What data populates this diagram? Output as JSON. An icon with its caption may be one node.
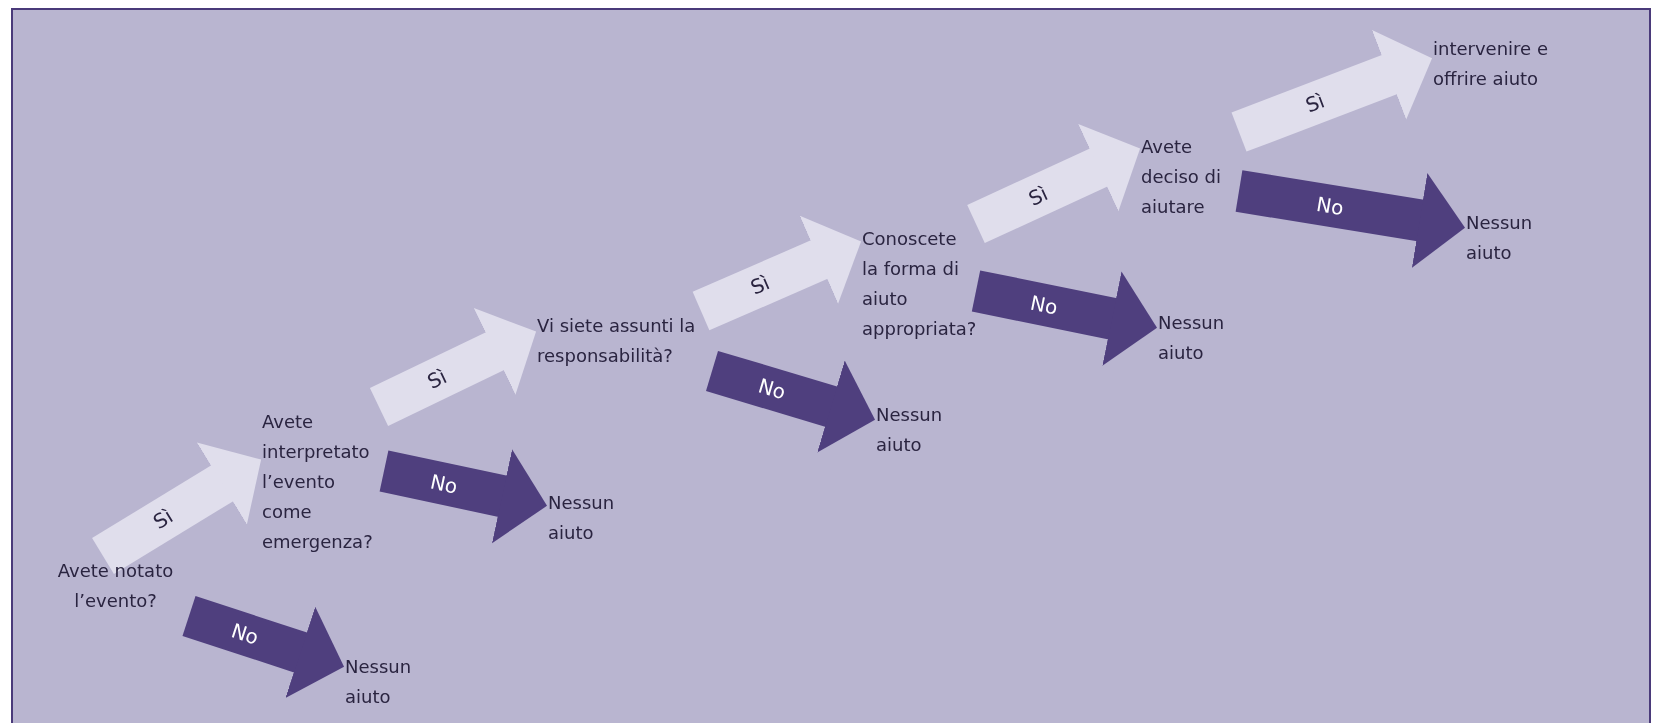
{
  "diagram": {
    "nodes": [
      {
        "text": [
          "Avete notato l’evento?"
        ]
      },
      {
        "text": [
          "Nessun aiuto"
        ]
      },
      {
        "text": [
          "Avete interpretato l’evento come emergenza?"
        ]
      },
      {
        "text": [
          "Nessun aiuto"
        ]
      },
      {
        "text": [
          "Vi siete assunti la responsabilità?"
        ]
      },
      {
        "text": [
          "Nessun aiuto"
        ]
      },
      {
        "text": [
          "Conoscete la forma di aiuto appropriata?"
        ]
      },
      {
        "text": [
          "Nessun aiuto"
        ]
      },
      {
        "text": [
          "Avete deciso di aiutare"
        ]
      },
      {
        "text": [
          "Nessun aiuto"
        ]
      },
      {
        "text": [
          "intervenire e offrire aiuto"
        ]
      }
    ],
    "edges": [
      {
        "from": 0,
        "to": 2,
        "arrow": "to",
        "label": "Sì"
      },
      {
        "from": 0,
        "to": 1,
        "arrow": "to",
        "label": "No",
        "color": "#4f3f7e"
      },
      {
        "from": 2,
        "to": 4,
        "arrow": "to",
        "label": "Sì"
      },
      {
        "from": 2,
        "to": 3,
        "arrow": "to",
        "label": "No",
        "color": "#4f3f7e"
      },
      {
        "from": 4,
        "to": 6,
        "arrow": "to",
        "label": "Sì"
      },
      {
        "from": 4,
        "to": 5,
        "arrow": "to",
        "label": "No",
        "color": "#4f3f7e"
      },
      {
        "from": 6,
        "to": 8,
        "arrow": "to",
        "label": "Sì"
      },
      {
        "from": 6,
        "to": 7,
        "arrow": "to",
        "label": "No",
        "color": "#4f3f7e"
      },
      {
        "from": 8,
        "to": 10,
        "arrow": "to",
        "label": "Sì"
      },
      {
        "from": 8,
        "to": 9,
        "arrow": "to",
        "label": "No",
        "color": "#4f3f7e"
      }
    ]
  }
}
